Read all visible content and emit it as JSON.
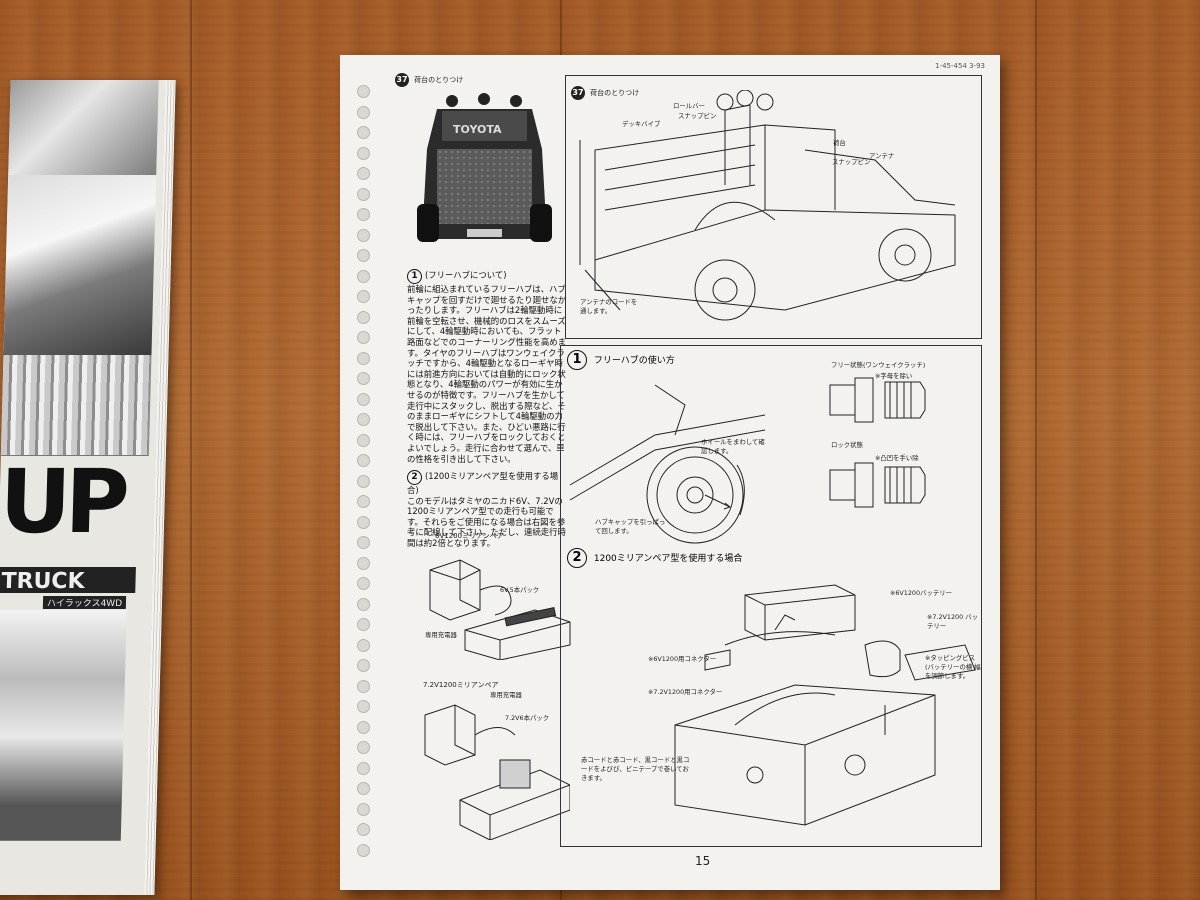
{
  "left_manual": {
    "title_big": "UP",
    "title_truck": "TRUCK",
    "subtitle": "ハイラックス4WD"
  },
  "sheet": {
    "part_number": "1-45-454 3-93",
    "page_number": "15",
    "step": {
      "number": "37",
      "title": "荷台のとりつけ",
      "photo_title": "荷台のとりつけ",
      "labels": {
        "hook": "スナップピン",
        "roll_bar": "ロールバー",
        "deck": "デッキバイブ",
        "antenna_top": "荷台",
        "clip": "スナップピン",
        "antenna_base": "アンテナ",
        "antenna_code": "アンテナのコードを通します。"
      }
    },
    "sections": {
      "freehub_title": "(フリーハブについて)",
      "freehub_text": "前輪に組込まれているフリーハブは、ハブキャップを回すだけで廻せるたり廻せなかったりします。フリーハブは2輪駆動時に前輪を空転させ、機械的のロスをスムーズにして、4輪駆動時においても、フラット路面などでのコーナーリング性能を高めます。タイヤのフリーハブはワンウェイクラッチですから、4輪駆動となるローギヤ時には前進方向においては自動的にロック状態となり、4輪駆動のパワーが有効に生かせるのが特徴です。フリーハブを生かして走行中にスタックし、脱出する際など、そのままローギヤにシフトして4輪駆動の力で脱出して下さい。また、ひどい悪路に行く時には、フリーハブをロックしておくとよいでしょう。走行に合わせて選んで、車の性格を引き出して下さい。",
      "battery_title": "(1200ミリアンペア型を使用する場合)",
      "battery_text": "このモデルはタミヤのニカド6V、7.2Vの1200ミリアンペア型での走行も可能です。それらをご使用になる場合は右図を参考に配線して下さい。ただし、連続走行時間は約2倍となります。",
      "charger_6v_title": "6V1200ミリアンペア",
      "charger_6v_label": "専用充電器",
      "pack_6v_label": "6V.5本パック",
      "charger_72v_title": "7.2V1200ミリアンペア",
      "charger_72v_label": "専用充電器",
      "pack_72v_label": "7.2V6本パック"
    },
    "diagram1": {
      "number": "1",
      "title": "フリーハブの使い方",
      "free_label": "フリー状態(ワンウェイクラッチ)",
      "free_sub": "※字母を除い",
      "lock_label": "ロック状態",
      "lock_sub": "※凸凹を手い除",
      "wheel_note": "ホイールをまわして確認します。",
      "hubcap_note": "ハブキャップを引っぱって回します。"
    },
    "diagram2": {
      "number": "2",
      "title": "1200ミリアンペア型を使用する場合",
      "battery_6v": "※6V1200バッテリー",
      "battery_72v": "※7.2V1200 バッテリー",
      "connector_6v": "※6V1200用コネクター",
      "connector_72v": "※7.2V1200用コネクター",
      "tapping": "※タッピングビス (バッテリーの横 幅を調節します。",
      "wire_note": "赤コードと赤コード、黒コードと黒コードをよびび、ビニテープで巻いておきます。"
    }
  }
}
